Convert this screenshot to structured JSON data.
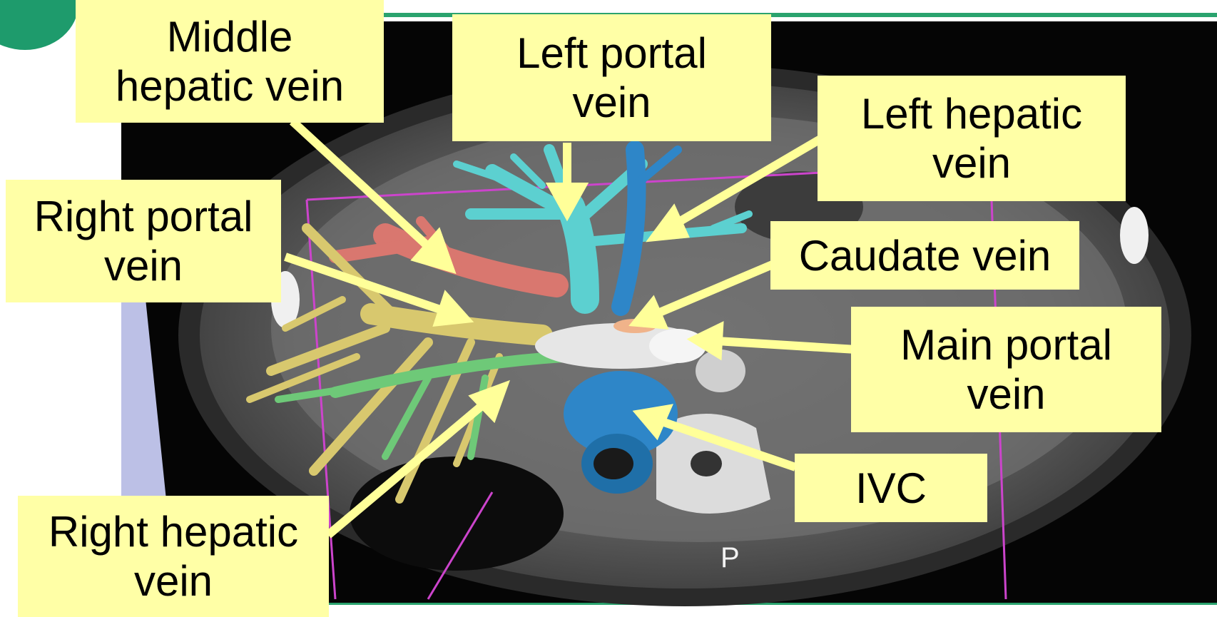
{
  "labels": {
    "middle_hepatic_vein": "Middle\nhepatic vein",
    "left_portal_vein": "Left portal\nvein",
    "left_hepatic_vein": "Left hepatic\nvein",
    "right_portal_vein": "Right portal\nvein",
    "caudate_vein": "Caudate vein",
    "main_portal_vein": "Main portal\nvein",
    "ivc": "IVC",
    "right_hepatic_vein": "Right hepatic\nvein"
  },
  "orientation_marker": "P",
  "colors": {
    "label_bg": "#ffffa6",
    "arrow": "#ffff99",
    "accent_green": "#2aa36e",
    "left_portal": "#5cd0d0",
    "hepatic_blue": "#2e86c8",
    "middle_hepatic": "#d9776f",
    "right_portal": "#d8c86e",
    "right_hepatic": "#6ec978",
    "main_portal": "#e6e6e6",
    "pink_box": "#cc44cc"
  }
}
